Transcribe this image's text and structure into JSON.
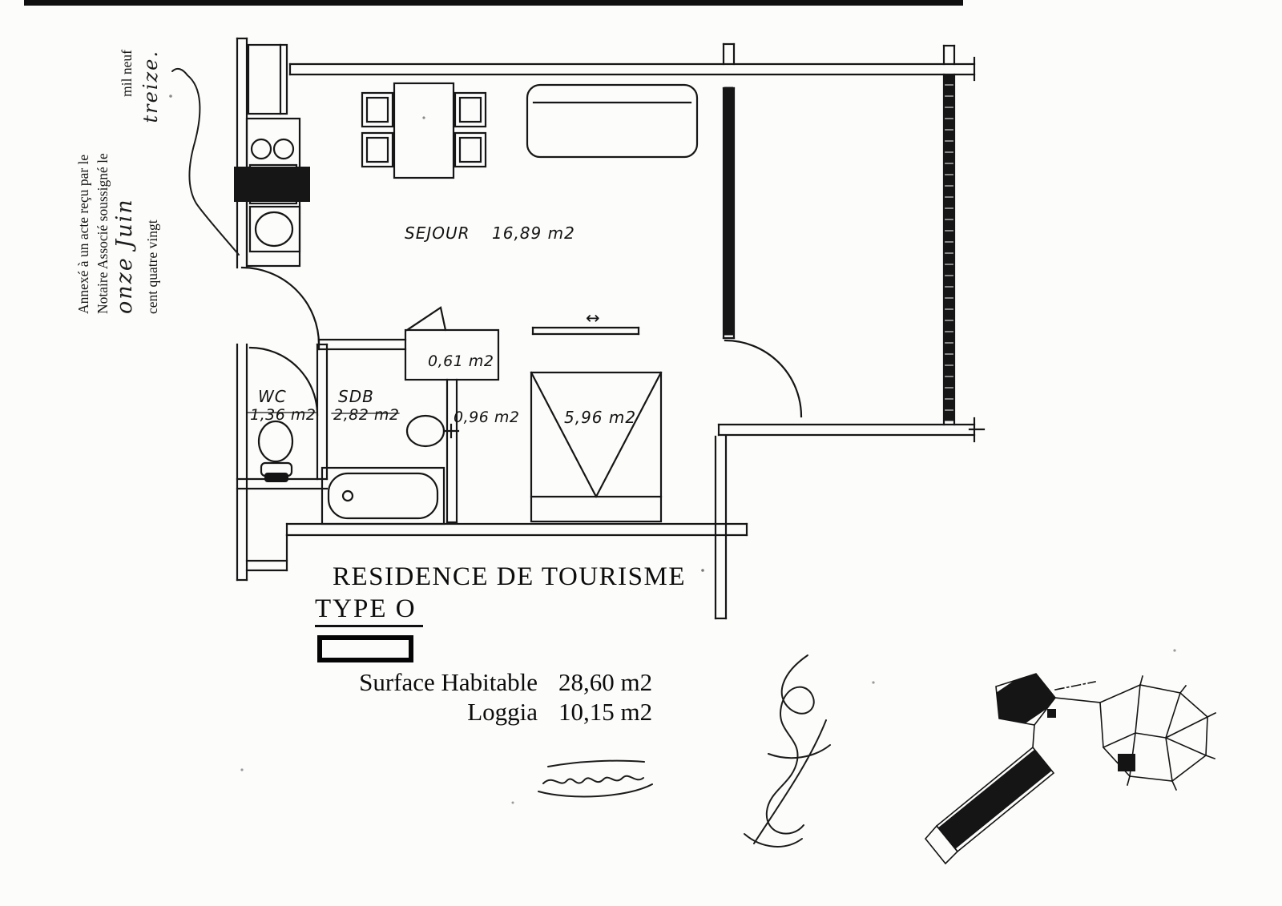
{
  "document": {
    "margin_note": {
      "line1": "Annexé à un acte reçu par le",
      "line2": "Notaire Associé soussigné le",
      "handwritten_day": "onze Juin",
      "line3": "mil neuf",
      "line4": "cent quatre vingt",
      "handwritten_year": "treize."
    },
    "title_block": {
      "title": "RESIDENCE DE TOURISME",
      "type_label": "TYPE O",
      "rows": [
        {
          "label": "Surface Habitable",
          "value": "28,60 m2"
        },
        {
          "label": "Loggia",
          "value": "10,15 m2"
        }
      ]
    }
  },
  "plan": {
    "labels": {
      "sejour_name": "SEJOUR",
      "sejour_area": "16,89 m2",
      "wc_name": "WC",
      "wc_area": "1,36 m2",
      "sdb_name": "SDB",
      "sdb_area": "2,82 m2",
      "closet_area": "0,61 m2",
      "washbasin_area": "0,96 m2",
      "entry_area": "5,96 m2",
      "width_arrow": "↔"
    }
  }
}
